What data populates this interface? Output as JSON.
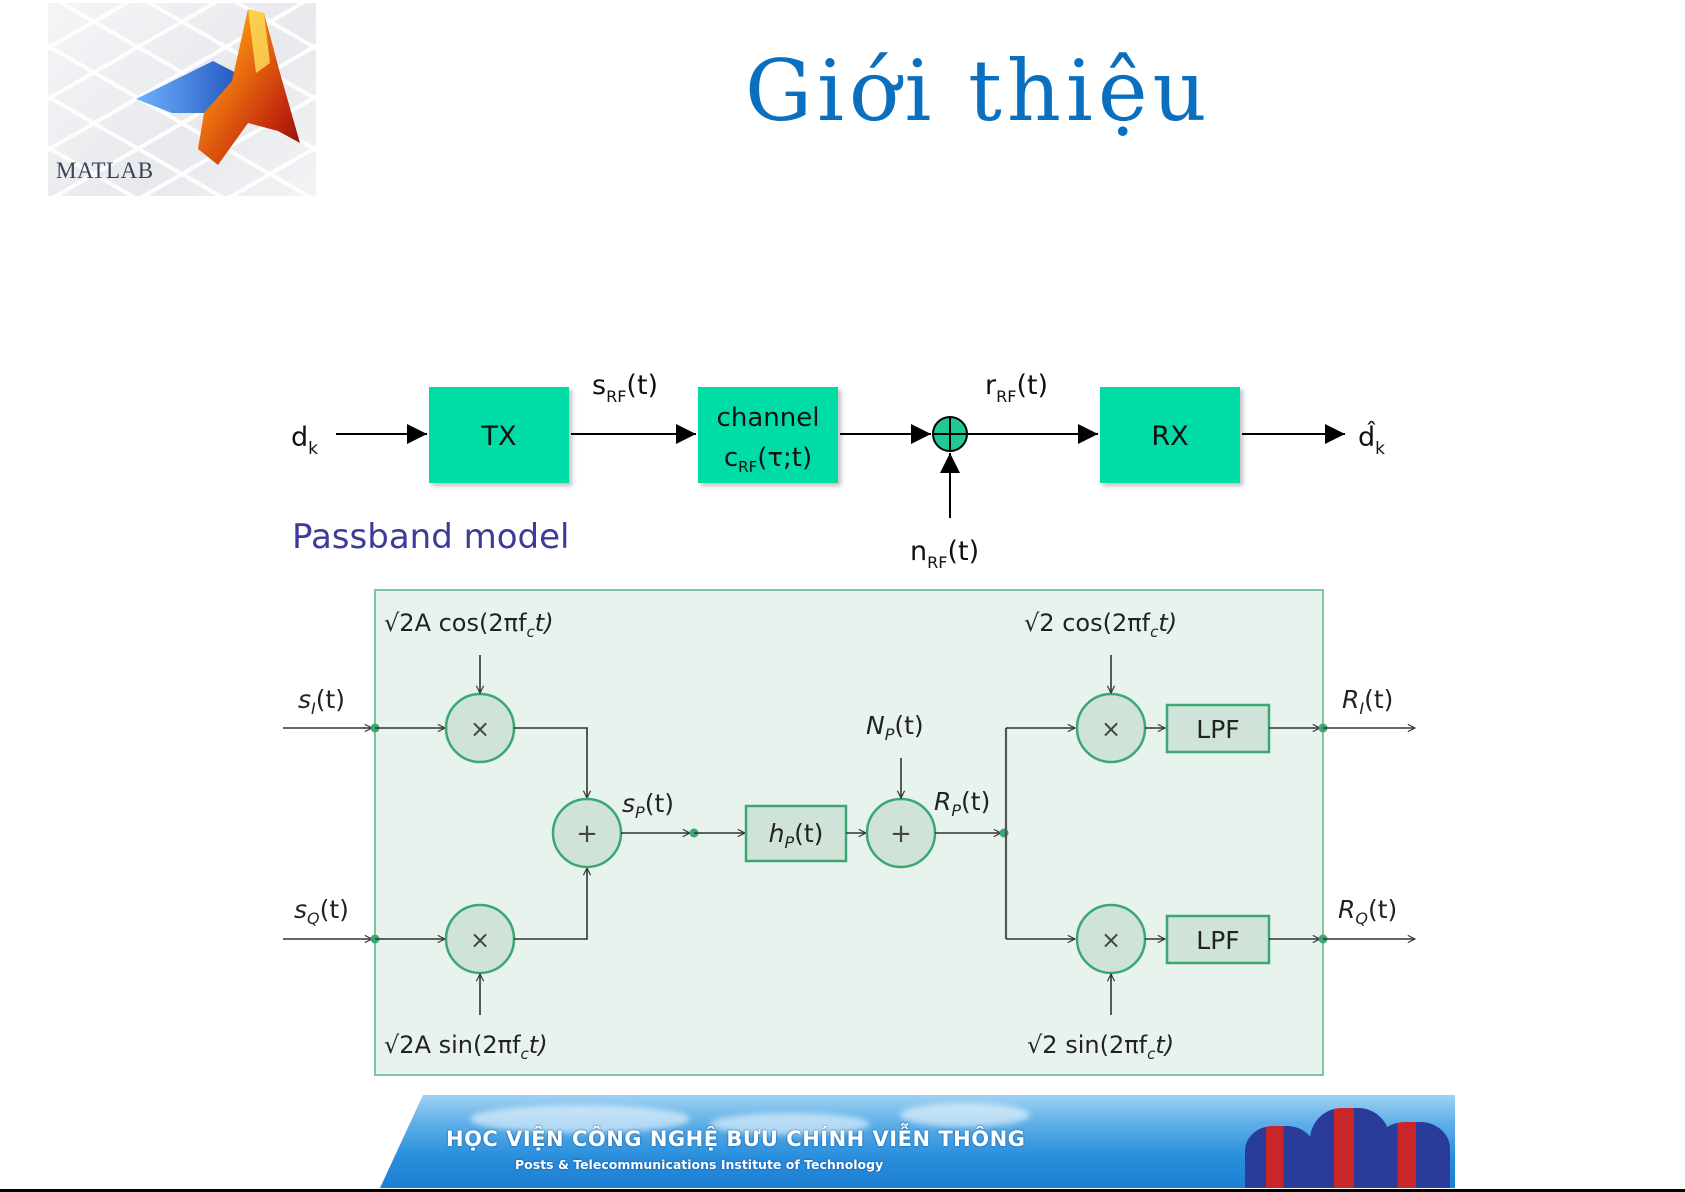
{
  "header": {
    "logo_text": "MATLAB",
    "title": "Giới thiệu"
  },
  "passband_model": {
    "caption": "Passband model",
    "input_label": "d",
    "input_sub": "k",
    "tx_label": "TX",
    "tx_out_label": "s",
    "tx_out_sub": "RF",
    "tx_out_arg": "(t)",
    "channel_label": "channel",
    "channel_fn": "c",
    "channel_sub": "RF",
    "channel_arg": "(τ;t)",
    "sum_out_label": "r",
    "sum_out_sub": "RF",
    "sum_out_arg": "(t)",
    "noise_label": "n",
    "noise_sub": "RF",
    "noise_arg": "(t)",
    "rx_label": "RX",
    "output_label": "d̂",
    "output_sub": "k",
    "box_color": "#00dca6",
    "caption_color": "#3b3b9a"
  },
  "iq_model": {
    "inputs": [
      {
        "name": "s",
        "sub": "I",
        "arg": "(t)"
      },
      {
        "name": "s",
        "sub": "Q",
        "arg": "(t)"
      }
    ],
    "tx_carriers": [
      "√2A cos(2πf",
      "√2A sin(2πf"
    ],
    "tx_carrier_sub": "c",
    "carrier_tail": "t)",
    "mixer_symbol": "×",
    "adder_symbol": "+",
    "sp_label": {
      "name": "s",
      "sub": "P",
      "arg": "(t)"
    },
    "channel_block": {
      "name": "h",
      "sub": "P",
      "arg": "(t)"
    },
    "noise_label": {
      "name": "N",
      "sub": "P",
      "arg": "(t)"
    },
    "rp_label": {
      "name": "R",
      "sub": "P",
      "arg": "(t)"
    },
    "rx_carriers": [
      "√2 cos(2πf",
      "√2 sin(2πf"
    ],
    "lpf_label": "LPF",
    "outputs": [
      {
        "name": "R",
        "sub": "I",
        "arg": "(t)"
      },
      {
        "name": "R",
        "sub": "Q",
        "arg": "(t)"
      }
    ],
    "panel_fill": "#e9f3ee",
    "panel_stroke": "#7fc4a3",
    "node_fill": "#cfe3d8",
    "node_stroke": "#3aa873"
  },
  "footer": {
    "banner_vn": "HỌC VIỆN CÔNG NGHỆ BƯU CHÍNH VIỄN THÔNG",
    "banner_en": "Posts & Telecommunications Institute of Technology"
  }
}
